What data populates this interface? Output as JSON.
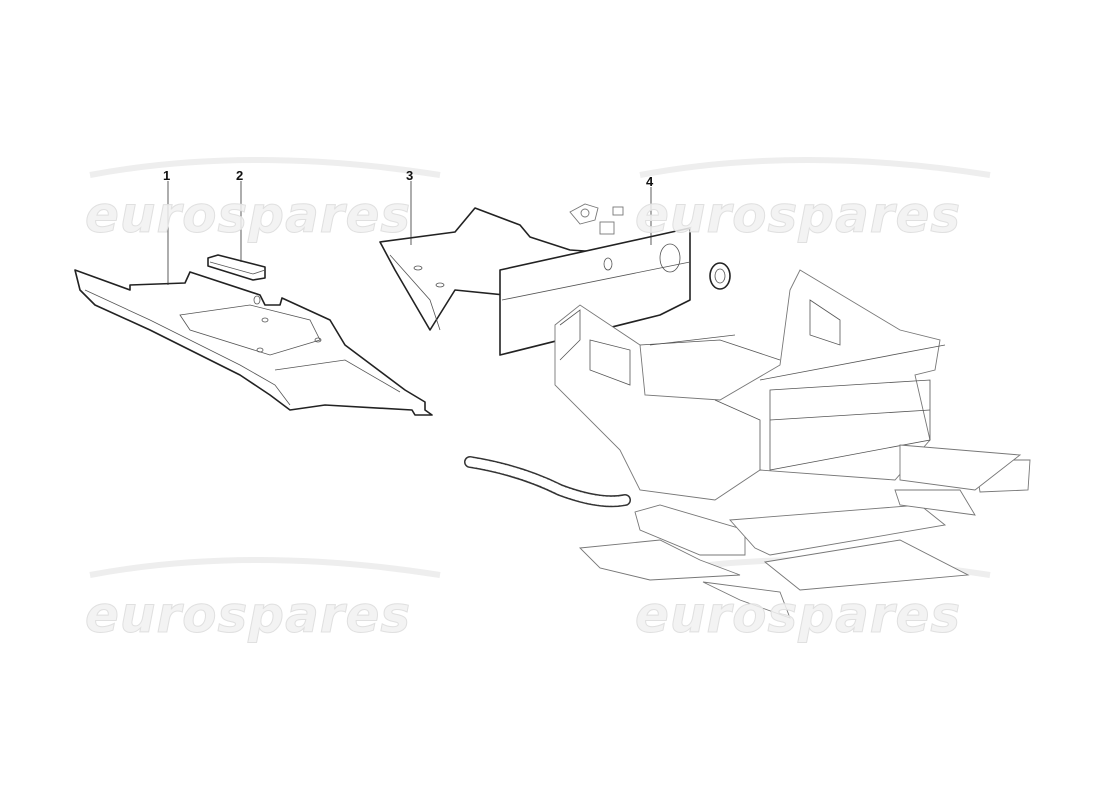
{
  "diagram": {
    "part_labels": [
      "1",
      "2",
      "3",
      "4"
    ],
    "watermark": "eurospares"
  }
}
